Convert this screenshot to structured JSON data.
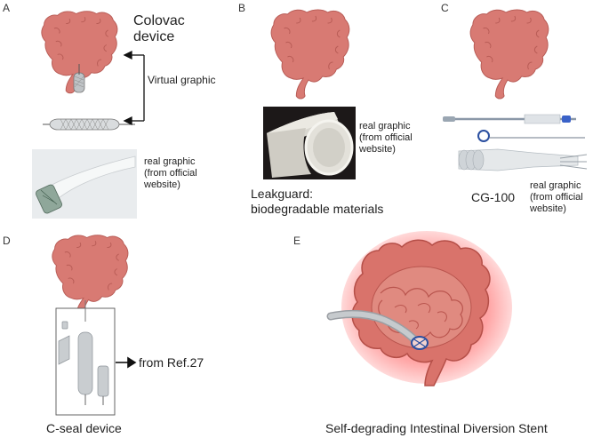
{
  "panels": {
    "a": {
      "letter": "A",
      "title_line1": "Colovac",
      "title_line2": "device",
      "virtual_label": "Virtual graphic",
      "real_line1": "real graphic",
      "real_line2": "(from official",
      "real_line3": "website)"
    },
    "b": {
      "letter": "B",
      "real_line1": "real graphic",
      "real_line2": "(from official",
      "real_line3": "website)",
      "caption_line1": "Leakguard:",
      "caption_line2": "biodegradable materials"
    },
    "c": {
      "letter": "C",
      "caption": "CG-100",
      "real_line1": "real graphic",
      "real_line2": "(from official",
      "real_line3": "website)"
    },
    "d": {
      "letter": "D",
      "ref_label": "from Ref.27",
      "caption": "C-seal device"
    },
    "e": {
      "letter": "E",
      "caption": "Self-degrading Intestinal Diversion Stent"
    }
  },
  "colors": {
    "colon": "#d87a73",
    "colon_dark": "#b85c56",
    "glow": "#ff5a5a",
    "arrow": "#111111",
    "stent_blue": "#2a4fa0"
  }
}
